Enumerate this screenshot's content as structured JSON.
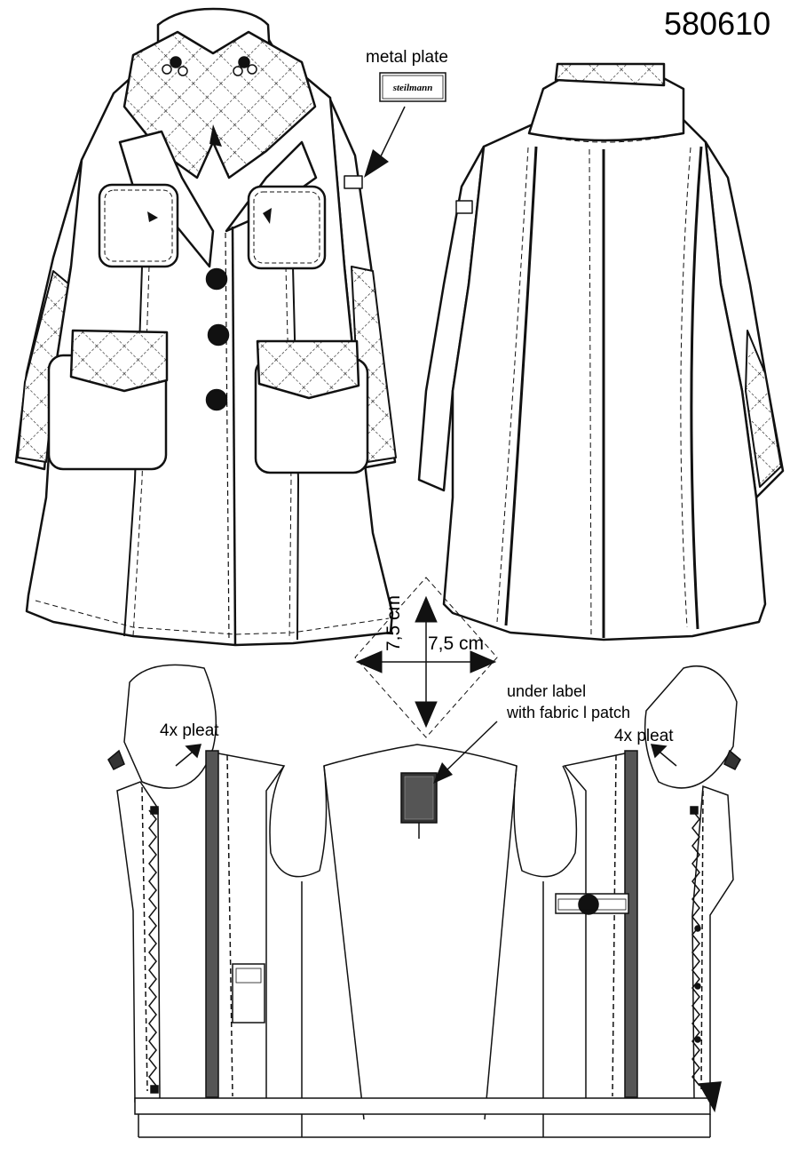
{
  "sheet": {
    "style_number": "580610"
  },
  "callouts": {
    "metal_plate": "metal plate",
    "plate_brand": "steilmann",
    "under_label_line1": "under label",
    "under_label_line2": "with fabric l patch",
    "pleat_left": "4x pleat",
    "pleat_right": "4x pleat",
    "dimension_horizontal": "7,5 cm",
    "dimension_vertical": "7,5 cm"
  }
}
